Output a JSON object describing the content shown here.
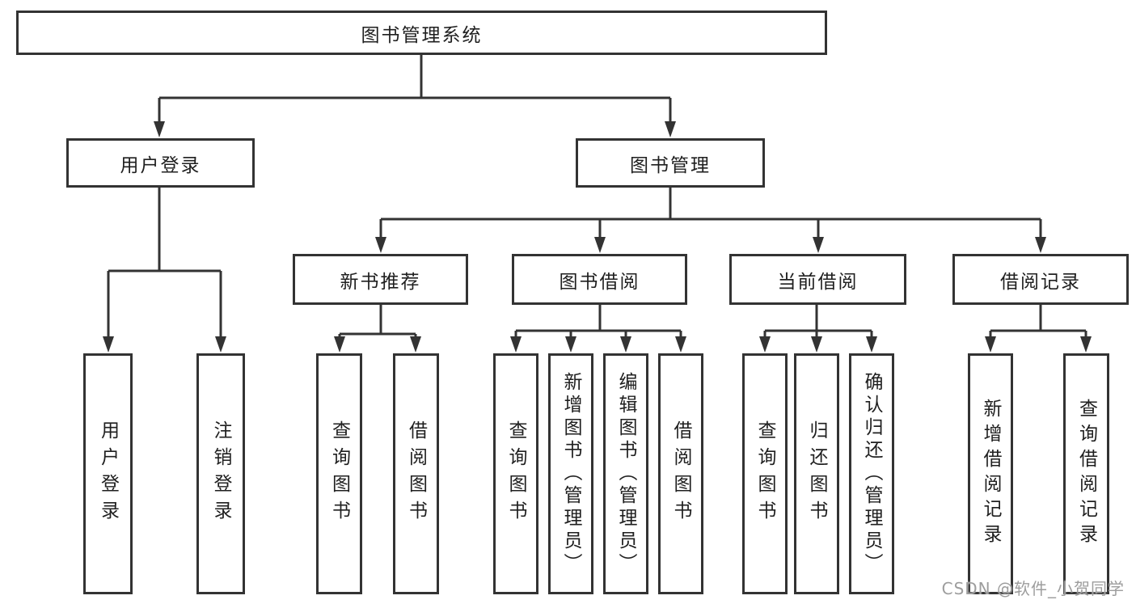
{
  "tree": {
    "label": "图书管理系统",
    "children": [
      {
        "label": "用户登录",
        "children": [
          {
            "label": "用户登录"
          },
          {
            "label": "注销登录"
          }
        ]
      },
      {
        "label": "图书管理",
        "children": [
          {
            "label": "新书推荐",
            "children": [
              {
                "label": "查询图书"
              },
              {
                "label": "借阅图书"
              }
            ]
          },
          {
            "label": "图书借阅",
            "children": [
              {
                "label": "查询图书"
              },
              {
                "label": "新增图书（管理员）"
              },
              {
                "label": "编辑图书（管理员）"
              },
              {
                "label": "借阅图书"
              }
            ]
          },
          {
            "label": "当前借阅",
            "children": [
              {
                "label": "查询图书"
              },
              {
                "label": "归还图书"
              },
              {
                "label": "确认归还（管理员）"
              }
            ]
          },
          {
            "label": "借阅记录",
            "children": [
              {
                "label": "新增借阅记录"
              },
              {
                "label": "查询借阅记录"
              }
            ]
          }
        ]
      }
    ]
  },
  "watermark": "CSDN @软件_小贺同学",
  "colors": {
    "line": "#333333",
    "box_border": "#333333",
    "box_fill": "#ffffff",
    "text": "#1f1f1f",
    "watermark": "#9d9d9d",
    "background": "#ffffff"
  }
}
